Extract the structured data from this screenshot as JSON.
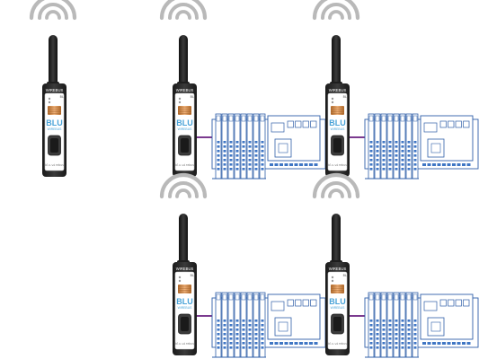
{
  "diagram": {
    "device": {
      "brand": "BLU",
      "brand_sub": "WIREBUS",
      "top_label": "WIREBUS",
      "bottom_label": "blu.wirebus",
      "side_mark": "BL",
      "body_color": "#2a2a2a",
      "face_color": "#ffffff",
      "antenna_color": "#1e1e1e",
      "brand_color": "#4aa3d8",
      "copper_color": "#d98a45"
    },
    "plc": {
      "outline_color": "#2f5fa8",
      "fill_color": "#ffffff",
      "terminal_color": "#3f76c4"
    },
    "link": {
      "color": "#7b3a8f"
    },
    "wifi": {
      "color": "#b9b9b9"
    },
    "nodes": [
      {
        "id": "node-1",
        "role": "standalone",
        "has_plc": false
      },
      {
        "id": "node-2",
        "role": "connected",
        "has_plc": true
      },
      {
        "id": "node-3",
        "role": "connected",
        "has_plc": true
      },
      {
        "id": "node-4",
        "role": "connected",
        "has_plc": true
      },
      {
        "id": "node-5",
        "role": "connected",
        "has_plc": true
      }
    ]
  }
}
